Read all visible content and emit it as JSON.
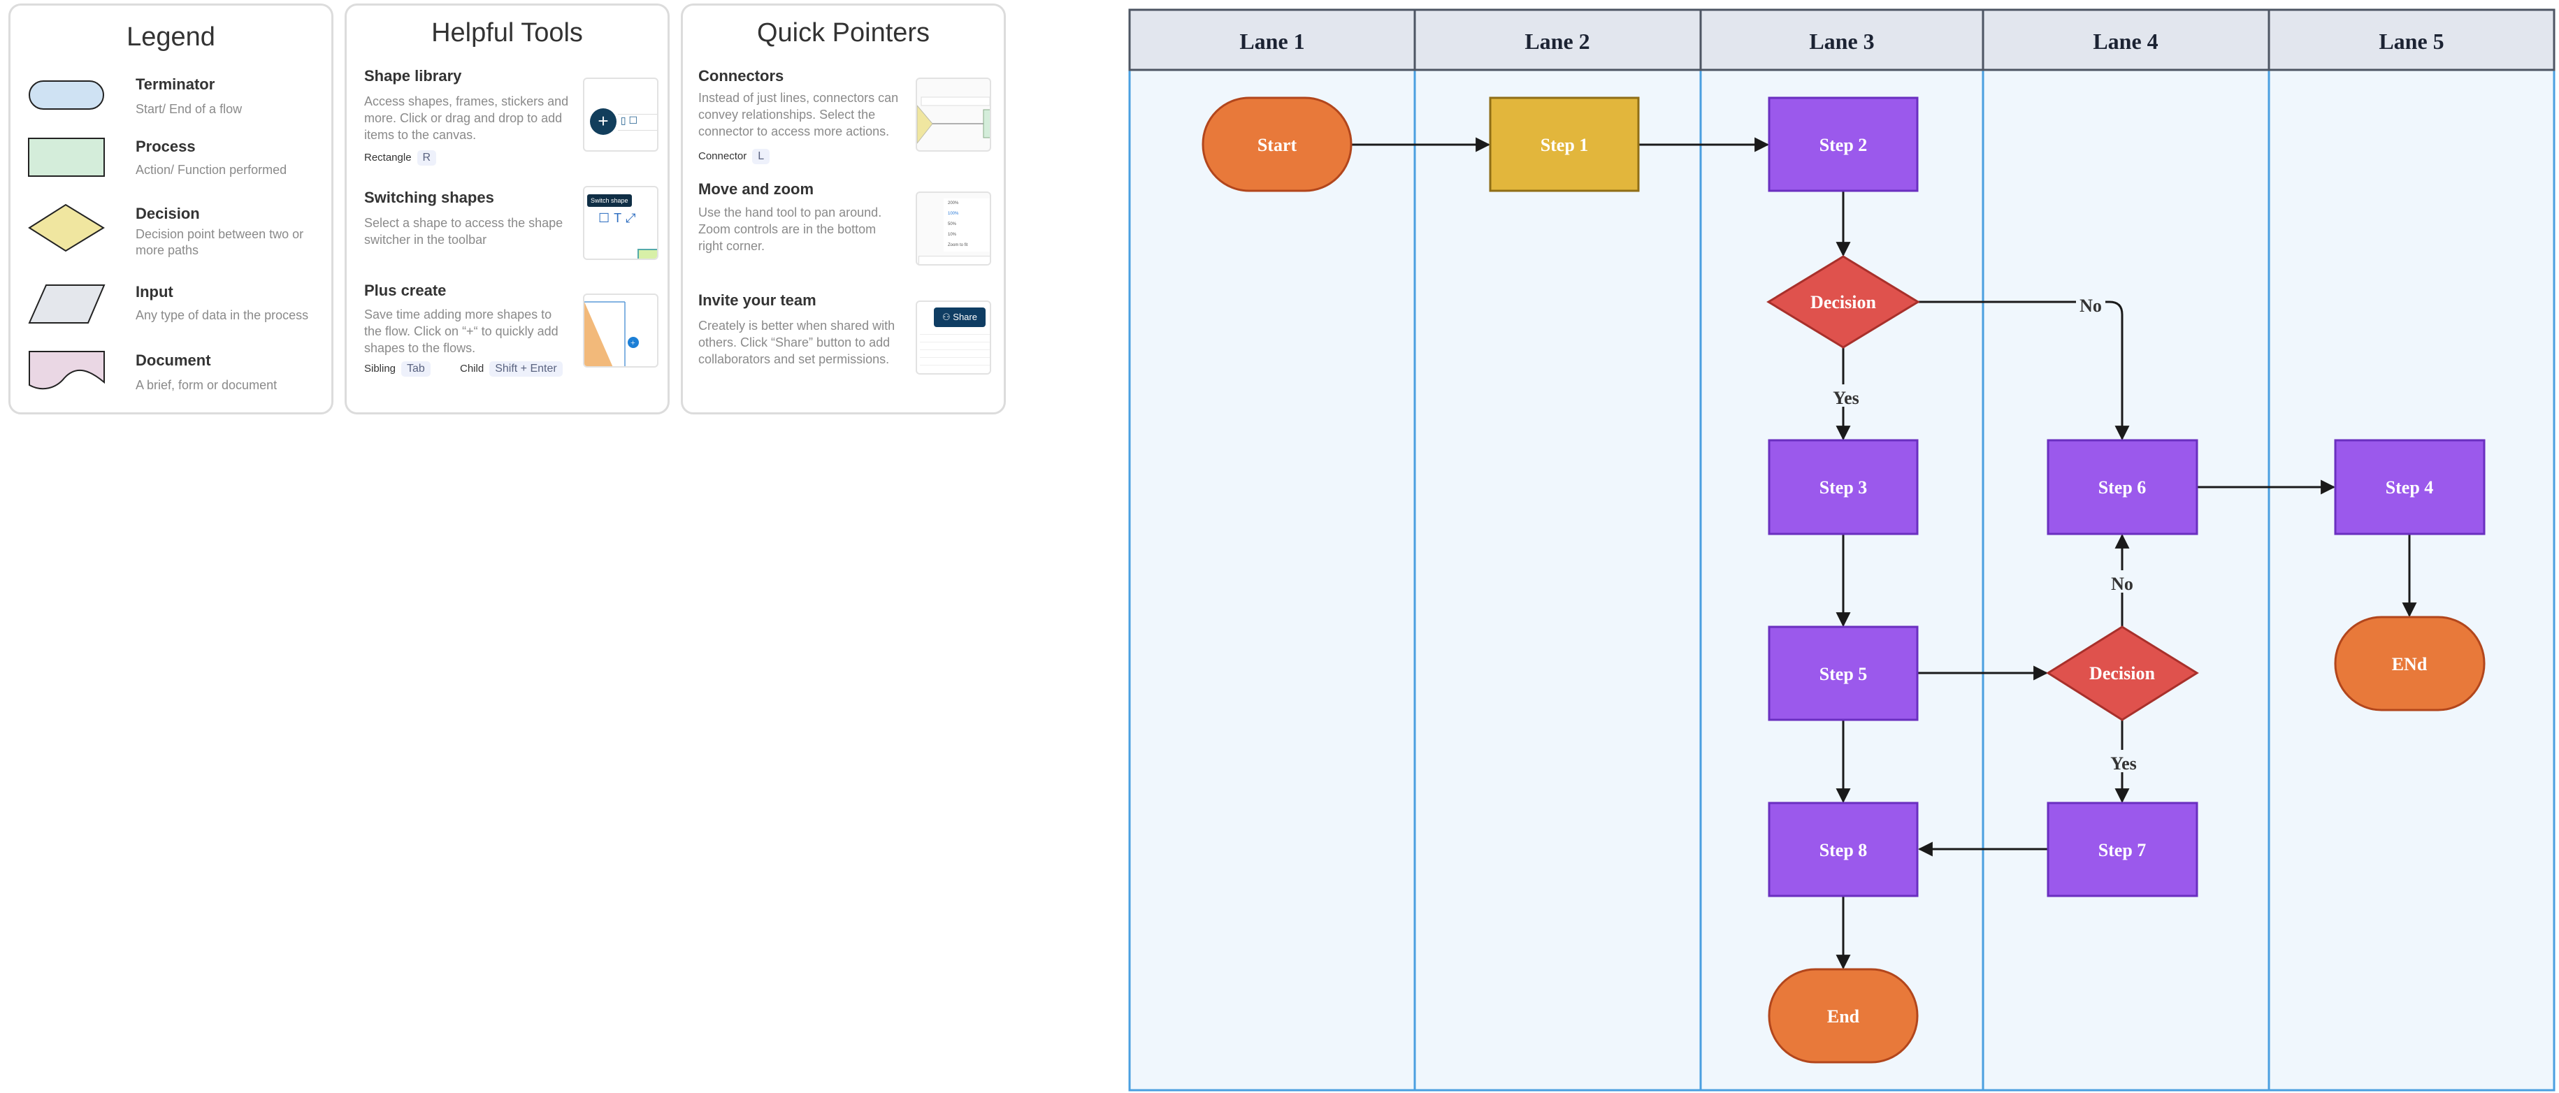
{
  "legend": {
    "title": "Legend",
    "items": [
      {
        "name": "Terminator",
        "desc": "Start/ End of a flow",
        "fill": "#cfe2f3"
      },
      {
        "name": "Process",
        "desc": "Action/ Function performed",
        "fill": "#d4edda"
      },
      {
        "name": "Decision",
        "desc_line1": "Decision point between two or",
        "desc_line2": "more paths",
        "fill": "#f0e6a0"
      },
      {
        "name": "Input",
        "desc": "Any type of data in the process",
        "fill": "#e4e7ec"
      },
      {
        "name": "Document",
        "desc": "A brief, form or document",
        "fill": "#ead7e4"
      }
    ]
  },
  "tools": {
    "title": "Helpful Tools",
    "items": [
      {
        "title": "Shape library",
        "lines": [
          "Access shapes, frames, stickers and",
          "more. Click or drag and drop to add",
          "items to the canvas."
        ],
        "shortcut_label": "Rectangle",
        "shortcut_key": "R"
      },
      {
        "title": "Switching shapes",
        "lines": [
          "Select a shape to access the shape",
          "switcher in the toolbar"
        ],
        "tooltip": "Switch shape"
      },
      {
        "title": "Plus create",
        "lines": [
          "Save time adding more shapes to",
          "the flow. Click on “+“ to quickly add",
          "shapes to the flows."
        ],
        "sibling_label": "Sibling",
        "sibling_key": "Tab",
        "child_label": "Child",
        "child_key": "Shift + Enter"
      }
    ]
  },
  "pointers": {
    "title": "Quick Pointers",
    "items": [
      {
        "title": "Connectors",
        "lines": [
          "Instead of just lines, connectors can",
          "convey relationships. Select the",
          "connector to access more actions."
        ],
        "shortcut_label": "Connector",
        "shortcut_key": "L"
      },
      {
        "title": "Move and zoom",
        "lines": [
          "Use the hand tool to pan around.",
          "Zoom controls are in the bottom",
          "right corner."
        ],
        "zoom_options": [
          "200%",
          "100%",
          "50%",
          "10%",
          "Zoom to fit"
        ]
      },
      {
        "title": "Invite your team",
        "lines": [
          "Creately is better when shared with",
          "others. Click “Share” button to add",
          "collaborators and set permissions."
        ],
        "share_label": "Share"
      }
    ]
  },
  "diagram": {
    "lanes": [
      "Lane 1",
      "Lane 2",
      "Lane 3",
      "Lane 4",
      "Lane 5"
    ],
    "nodes": {
      "start": "Start",
      "step1": "Step  1",
      "step2": "Step  2",
      "decision1": "Decision",
      "step3": "Step  3",
      "step6": "Step  6",
      "step4": "Step  4",
      "step5": "Step  5",
      "decision2": "Decision",
      "end2": "ENd",
      "step8": "Step  8",
      "step7": "Step  7",
      "end": "End"
    },
    "edge_labels": {
      "d1_yes": "Yes",
      "d1_no": "No",
      "d2_no": "No",
      "d2_yes": "Yes"
    },
    "colors": {
      "terminator": "#e8793a",
      "step1": "#e2b63c",
      "process": "#9b59ec",
      "decision": "#df524d",
      "lane_bg": "#f0f7fd",
      "lane_border": "#4a9fe0",
      "header_bg": "#e2e6ee"
    }
  }
}
